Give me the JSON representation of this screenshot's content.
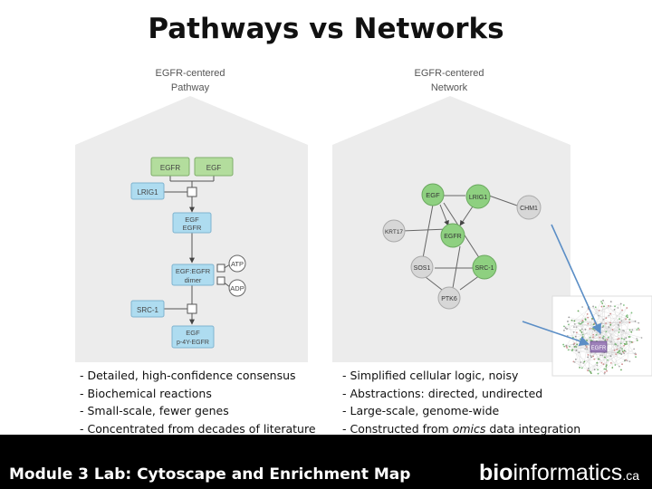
{
  "slide": {
    "title": "Pathways vs Networks"
  },
  "pathway": {
    "heading_line1": "EGFR-centered",
    "heading_line2": "Pathway",
    "nodes": {
      "egfr": "EGFR",
      "egf": "EGF",
      "lrig1": "LRIG1",
      "complex_line1": "EGF",
      "complex_line2": "EGFR",
      "dimer_line1": "EGF:EGFR",
      "dimer_line2": "dimer",
      "atp": "ATP",
      "adp": "ADP",
      "src1": "SRC-1",
      "phospho_line1": "EGF",
      "phospho_line2": "p-4Y-EGFR"
    },
    "bullets": [
      "- Detailed, high-confidence consensus",
      "- Biochemical reactions",
      "- Small-scale, fewer genes",
      "- Concentrated from decades of literature"
    ]
  },
  "network": {
    "heading_line1": "EGFR-centered",
    "heading_line2": "Network",
    "nodes": {
      "egf": "EGF",
      "lrig1": "LRIG1",
      "chm1": "CHM1",
      "krt17": "KRT17",
      "egfr": "EGFR",
      "sos1": "SOS1",
      "src1": "SRC-1",
      "ptk6": "PTK6"
    },
    "inset_label": "EGFR",
    "bullets": [
      "- Simplified cellular logic, noisy",
      "- Abstractions: directed, undirected",
      "- Large-scale, genome-wide"
    ],
    "bullet_last_prefix": "- Constructed from ",
    "bullet_last_italic": "omics",
    "bullet_last_suffix": " data integration"
  },
  "footer": {
    "module_text": "Module 3 Lab: Cytoscape and Enrichment Map",
    "brand_bold": "bio",
    "brand_rest": "informatics",
    "brand_tld": ".ca"
  },
  "colors": {
    "pathway_blue": "#aedcf0",
    "pathway_green": "#b3dd9d",
    "network_green": "#8ed080",
    "network_gray": "#d7d7d7",
    "panel_bg": "#ececec",
    "arrow_blue": "#5b8ec6",
    "footer_bg": "#000000"
  }
}
